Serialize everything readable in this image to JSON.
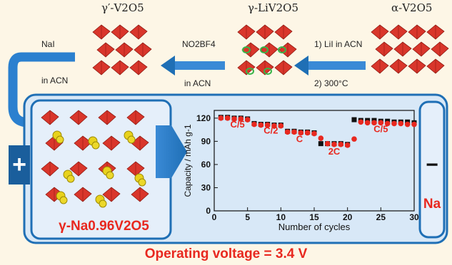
{
  "structures": {
    "alpha": "α-V2O5",
    "gamma_li": "γ-LiV2O5",
    "gamma_prime": "γ′-V2O5"
  },
  "steps": {
    "step1": "1) LiI in ACN",
    "step2": "2) 300°C",
    "no2bf4_reagent": "NO2BF4",
    "no2bf4_solvent": "in ACN",
    "nai_reagent": "NaI",
    "nai_solvent": "in ACN"
  },
  "cell": {
    "positive_symbol": "+",
    "negative_symbol": "−",
    "negative_label": "Na",
    "cathode_label": "γ-Na0.96V2O5"
  },
  "footer": "Operating voltage = 3.4 V",
  "colors": {
    "accent": "#1f6fb5",
    "panel": "#d8e8f7",
    "red": "#e8281f",
    "sodium": "#e8d21c",
    "lithium": "#39b54a"
  },
  "chart_data": {
    "type": "scatter",
    "xlabel": "Number of cycles",
    "ylabel": "Capacity / mAh g-1",
    "xlim": [
      0,
      30
    ],
    "ylim": [
      0,
      130
    ],
    "xticks": [
      0,
      5,
      10,
      15,
      20,
      25,
      30
    ],
    "yticks": [
      0,
      30,
      60,
      90,
      120
    ],
    "series": [
      {
        "color": "#111111",
        "marker": "square",
        "points": [
          [
            1,
            121
          ],
          [
            2,
            121
          ],
          [
            3,
            120
          ],
          [
            4,
            120
          ],
          [
            5,
            119
          ],
          [
            6,
            113
          ],
          [
            7,
            112
          ],
          [
            8,
            112
          ],
          [
            9,
            111
          ],
          [
            10,
            111
          ],
          [
            11,
            103
          ],
          [
            12,
            103
          ],
          [
            13,
            102
          ],
          [
            14,
            102
          ],
          [
            15,
            101
          ],
          [
            16,
            87
          ],
          [
            17,
            87
          ],
          [
            18,
            87
          ],
          [
            19,
            87
          ],
          [
            20,
            86
          ],
          [
            21,
            118
          ],
          [
            22,
            117
          ],
          [
            23,
            117
          ],
          [
            24,
            117
          ],
          [
            25,
            116
          ],
          [
            26,
            116
          ],
          [
            27,
            115
          ],
          [
            28,
            115
          ],
          [
            29,
            115
          ],
          [
            30,
            114
          ]
        ]
      },
      {
        "color": "#e8281f",
        "marker": "circle",
        "points": [
          [
            1,
            120
          ],
          [
            2,
            120
          ],
          [
            3,
            119
          ],
          [
            4,
            119
          ],
          [
            5,
            118
          ],
          [
            6,
            112
          ],
          [
            7,
            111
          ],
          [
            8,
            111
          ],
          [
            9,
            110
          ],
          [
            10,
            110
          ],
          [
            11,
            102
          ],
          [
            12,
            102
          ],
          [
            13,
            101
          ],
          [
            14,
            101
          ],
          [
            15,
            100
          ],
          [
            16,
            94
          ],
          [
            17,
            87
          ],
          [
            18,
            86
          ],
          [
            19,
            86
          ],
          [
            20,
            85
          ],
          [
            21,
            93
          ],
          [
            22,
            115
          ],
          [
            23,
            114
          ],
          [
            24,
            114
          ],
          [
            25,
            114
          ],
          [
            26,
            113
          ],
          [
            27,
            113
          ],
          [
            28,
            113
          ],
          [
            29,
            112
          ],
          [
            30,
            112
          ]
        ]
      }
    ],
    "annotations": [
      {
        "text": "C/5",
        "x": 3.5,
        "y": 108
      },
      {
        "text": "C/2",
        "x": 8.5,
        "y": 100
      },
      {
        "text": "C",
        "x": 12.8,
        "y": 89
      },
      {
        "text": "2C",
        "x": 18,
        "y": 73
      },
      {
        "text": "C/5",
        "x": 25,
        "y": 102
      }
    ]
  }
}
